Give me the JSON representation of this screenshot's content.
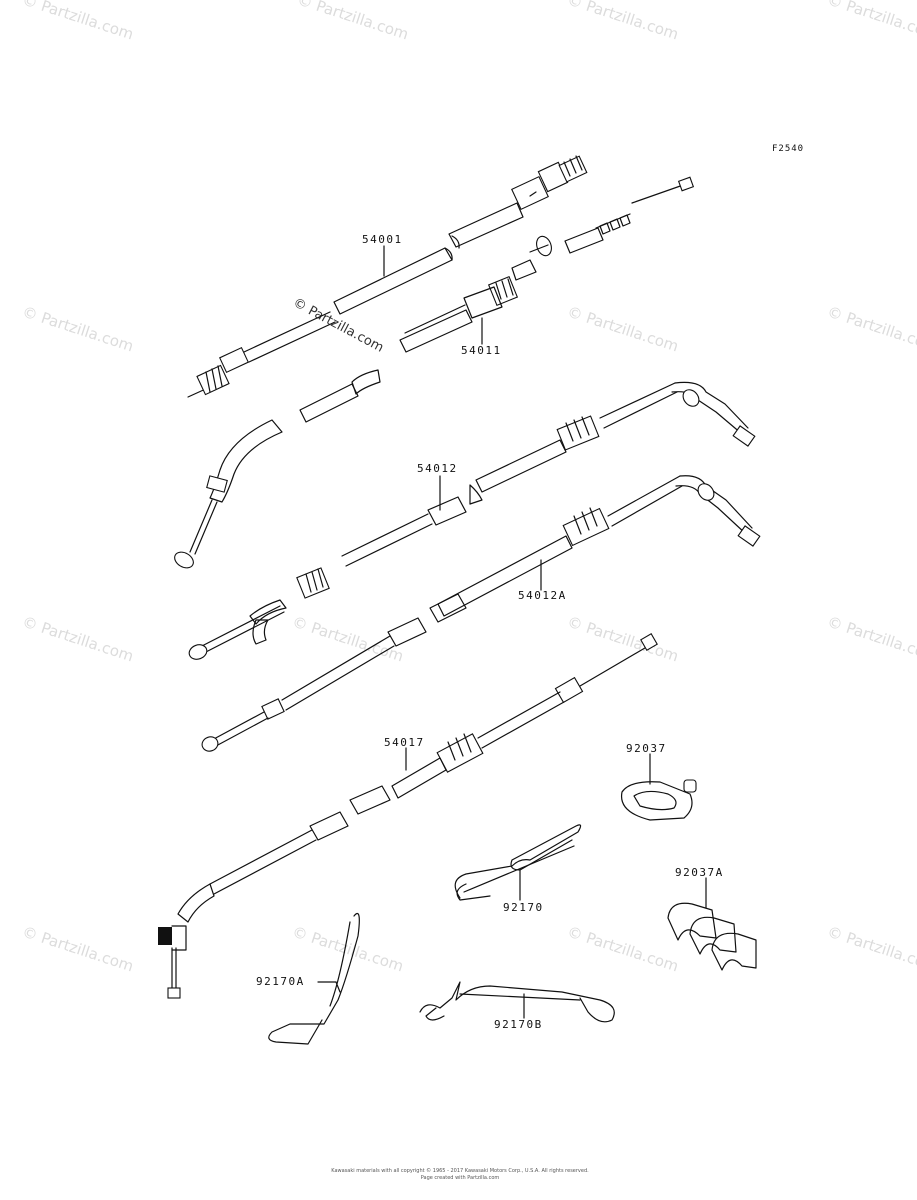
{
  "diagram": {
    "figure_code": "F2540",
    "watermark": "© Partzilla.com",
    "parts": {
      "p54001": "54001",
      "p54011": "54011",
      "p54012": "54012",
      "p54012A": "54012A",
      "p54017": "54017",
      "p92037": "92037",
      "p92037A": "92037A",
      "p92170": "92170",
      "p92170A": "92170A",
      "p92170B": "92170B"
    },
    "footer_line1": "Kawasaki materials with all copyright © 1965 - 2017 Kawasaki Motors Corp., U.S.A. All rights reserved.",
    "footer_line2": "Page created with Partzilla.com"
  }
}
